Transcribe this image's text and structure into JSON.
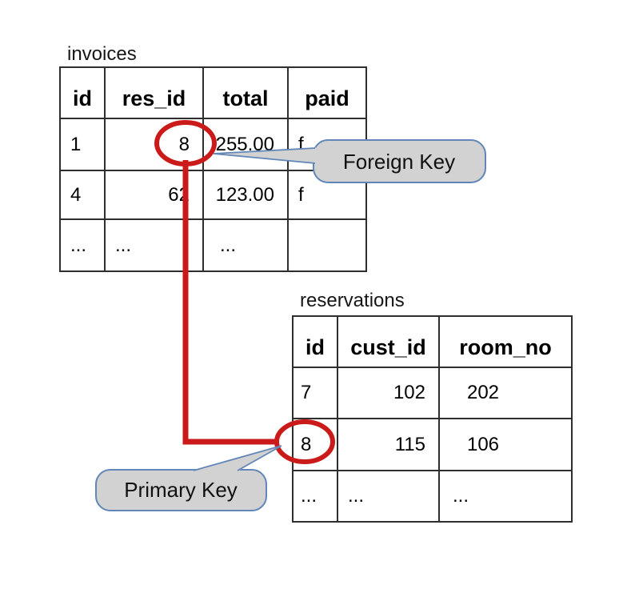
{
  "colors": {
    "background": "#ffffff",
    "table_border": "#2e2e2e",
    "highlight_red": "#cb1a1a",
    "callout_fill": "#d2d2d2",
    "callout_border": "#6286b8",
    "text": "#000000"
  },
  "tables": {
    "invoices": {
      "title": "invoices",
      "headers": [
        "id",
        "res_id",
        "total",
        "paid"
      ],
      "rows": [
        [
          "1",
          "8",
          "255.00",
          "f"
        ],
        [
          "4",
          "62",
          "123.00",
          "f"
        ],
        [
          "...",
          "...",
          "...",
          ""
        ]
      ]
    },
    "reservations": {
      "title": "reservations",
      "headers": [
        "id",
        "cust_id",
        "room_no"
      ],
      "rows": [
        [
          "7",
          "102",
          "202"
        ],
        [
          "8",
          "115",
          "106"
        ],
        [
          "...",
          "...",
          "..."
        ]
      ]
    }
  },
  "callouts": {
    "foreign_key": "Foreign Key",
    "primary_key": "Primary Key"
  },
  "relationship": {
    "from": "invoices.res_id = 8",
    "to": "reservations.id = 8"
  }
}
